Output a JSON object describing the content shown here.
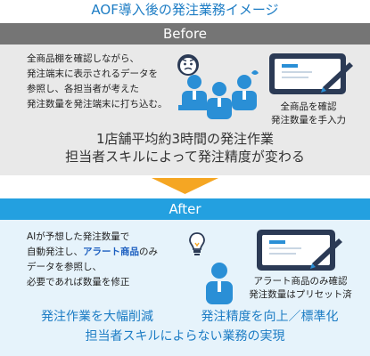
{
  "title": "AOF導入後の発注業務イメージ",
  "before": {
    "header": "Before",
    "description": [
      "全商品棚を確認しながら、",
      "発注端末に表示されるデータを",
      "参照し、各担当者が考えた",
      "発注数量を発注端末に打ち込む。"
    ],
    "screen_label": [
      "全商品を確認",
      "発注数量を手入力"
    ],
    "emphasis": [
      "1店舗平均約3時間の発注作業",
      "担当者スキルによって発注精度が変わる"
    ],
    "icons": [
      "worried-person-icon",
      "person-group-icon",
      "tablet-pen-icon"
    ]
  },
  "after": {
    "header": "After",
    "description_line1": "AIが予想した発注数量で",
    "description_line2_prefix": "自動発注し、",
    "description_line2_highlight": "アラート商品",
    "description_line2_suffix": "のみ",
    "description_line3": "データを参照し、",
    "description_line4": "必要であれば数量を修正",
    "screen_label": [
      "アラート商品のみ確認",
      "発注数量はプリセット済"
    ],
    "emphasis": [
      "発注作業を大幅削減",
      "発注精度を向上／標準化",
      "担当者スキルによらない業務の実現"
    ],
    "icons": [
      "lightbulb-icon",
      "person-icon",
      "tablet-pen-icon"
    ]
  },
  "colors": {
    "title": "#1c7cc4",
    "before_header": "#757575",
    "before_panel": "#e9e9e9",
    "after_header": "#23a0e0",
    "after_panel": "#e6f3fb",
    "accent_blue": "#1c7cc4",
    "arrow": "#f5a623",
    "icon_blue": "#2a8fd6",
    "icon_dark": "#2b3a55"
  }
}
